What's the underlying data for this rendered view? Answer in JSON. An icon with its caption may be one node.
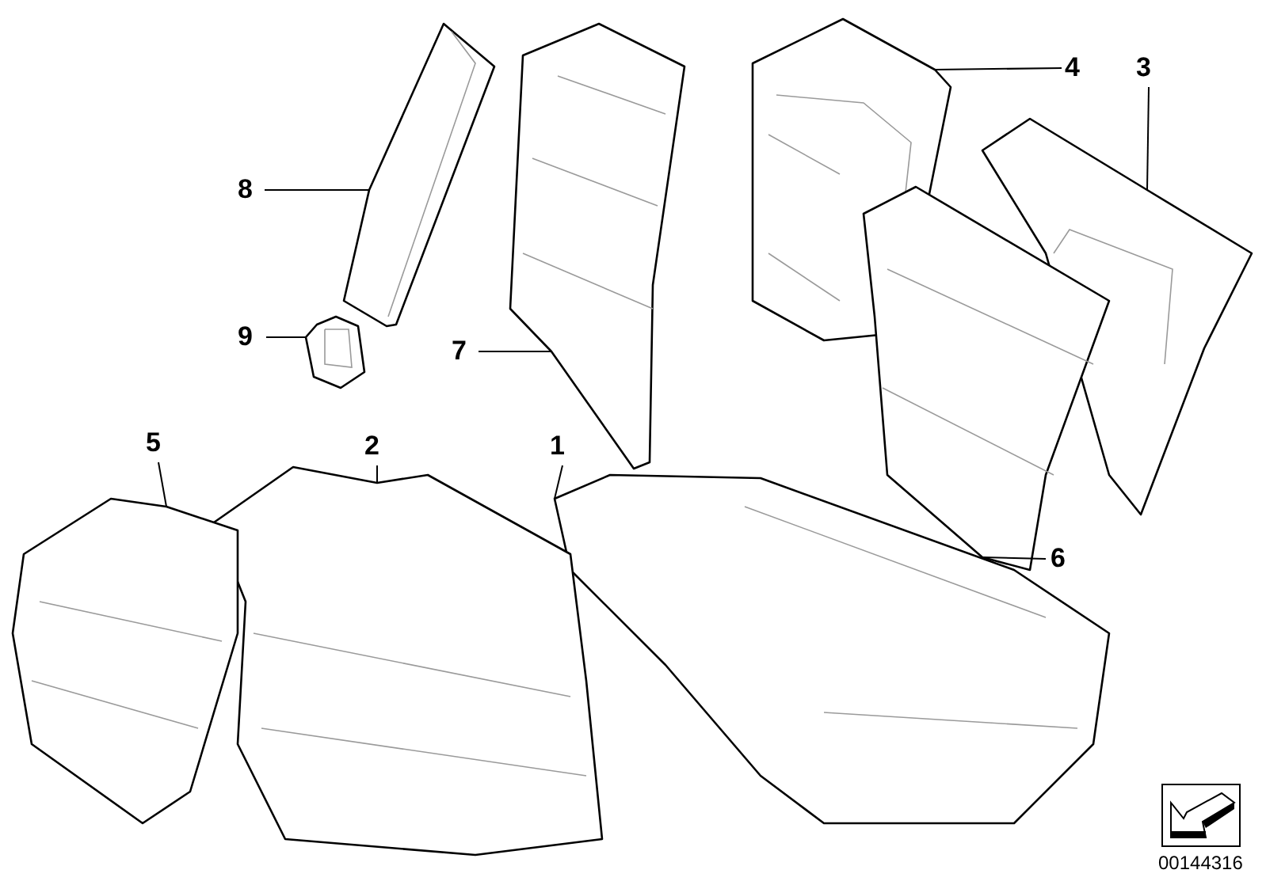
{
  "diagram": {
    "nodes": [
      {
        "text": [
          "8"
        ]
      },
      {
        "text": [
          "4"
        ]
      },
      {
        "text": [
          "3"
        ]
      },
      {
        "text": [
          "9"
        ]
      },
      {
        "text": [
          "7"
        ]
      },
      {
        "text": [
          "5"
        ]
      },
      {
        "text": [
          "2"
        ]
      },
      {
        "text": [
          "1"
        ]
      },
      {
        "text": [
          "6"
        ]
      },
      {
        "text": [],
        "shape": "picture"
      },
      {
        "text": [],
        "shape": "picture"
      },
      {
        "text": [],
        "shape": "picture"
      },
      {
        "text": [],
        "shape": "picture"
      },
      {
        "text": [],
        "shape": "picture"
      },
      {
        "text": [],
        "shape": "picture"
      },
      {
        "text": [],
        "shape": "picture"
      },
      {
        "text": [],
        "shape": "picture"
      },
      {
        "text": [],
        "shape": "picture"
      }
    ],
    "edges": [
      {
        "from": 0,
        "to": 9,
        "arrow": "none"
      },
      {
        "from": 1,
        "to": 10,
        "arrow": "none"
      },
      {
        "from": 2,
        "to": 11,
        "arrow": "none"
      },
      {
        "from": 3,
        "to": 12,
        "arrow": "none"
      },
      {
        "from": 4,
        "to": 13,
        "arrow": "none"
      },
      {
        "from": 5,
        "to": 14,
        "arrow": "none"
      },
      {
        "from": 6,
        "to": 15,
        "arrow": "none"
      },
      {
        "from": 7,
        "to": 16,
        "arrow": "none"
      },
      {
        "from": 8,
        "to": 17,
        "arrow": "none"
      }
    ],
    "labels": [
      "00144316"
    ]
  }
}
